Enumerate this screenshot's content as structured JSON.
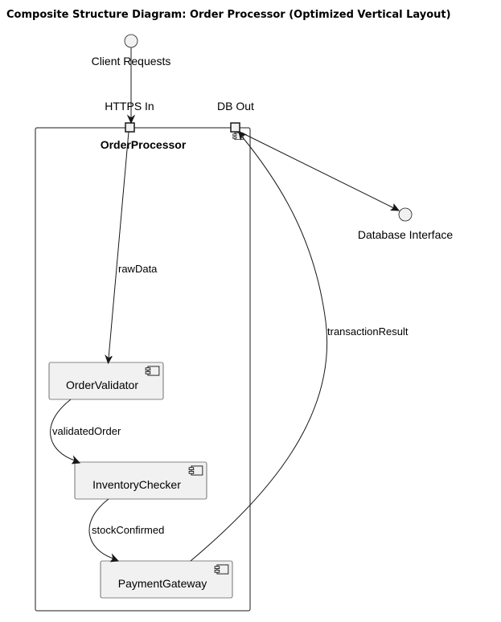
{
  "title": "Composite Structure Diagram: Order Processor (Optimized Vertical Layout)",
  "interfaces": {
    "client": "Client Requests",
    "database": "Database Interface"
  },
  "composite": {
    "name": "OrderProcessor",
    "ports": {
      "in": "HTTPS In",
      "out": "DB Out"
    }
  },
  "components": {
    "validator": "OrderValidator",
    "inventory": "InventoryChecker",
    "payment": "PaymentGateway"
  },
  "edges": {
    "rawData": "rawData",
    "validatedOrder": "validatedOrder",
    "stockConfirmed": "stockConfirmed",
    "transactionResult": "transactionResult"
  },
  "colors": {
    "fill": "#f1f1f1",
    "stroke": "#181818"
  }
}
